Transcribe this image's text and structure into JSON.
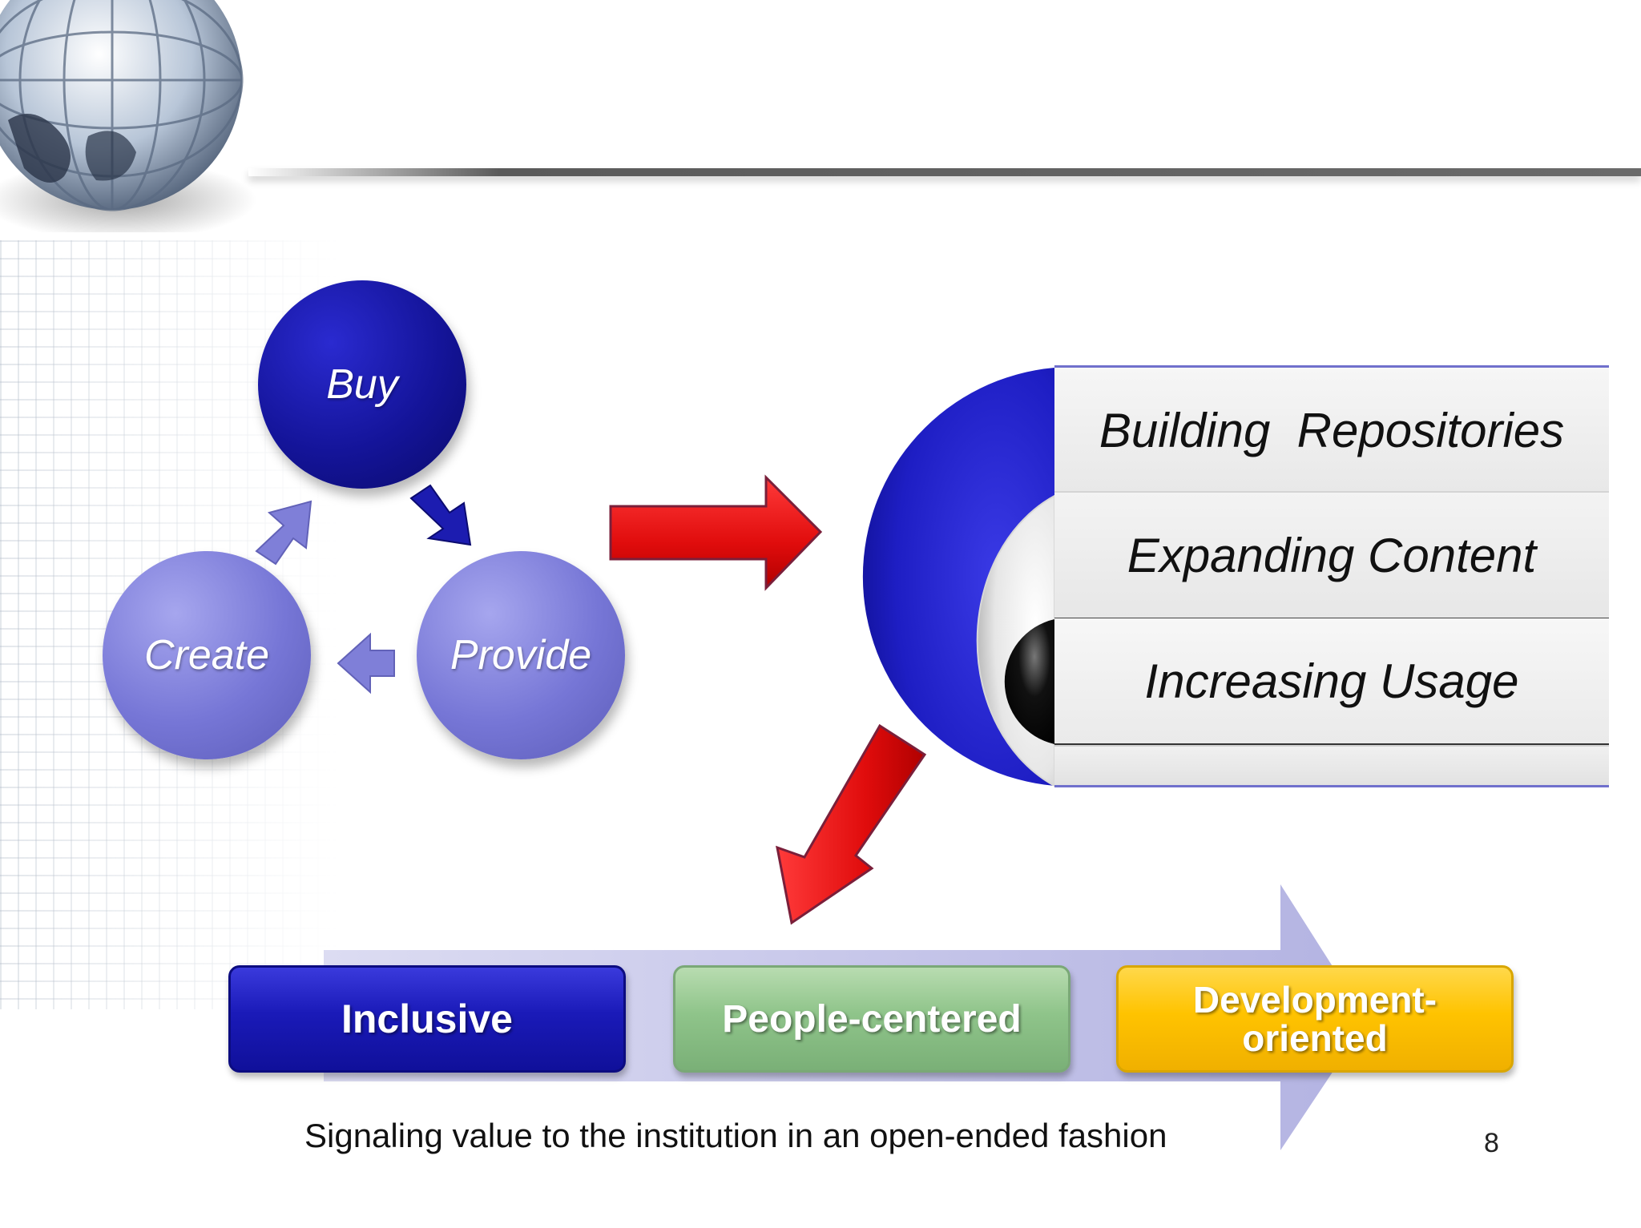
{
  "cycle": {
    "nodes": [
      "Buy",
      "Provide",
      "Create"
    ]
  },
  "stack": {
    "items": [
      "Building  Repositories",
      "Expanding Content",
      "Increasing Usage"
    ]
  },
  "process": {
    "steps": [
      "Inclusive",
      "People-centered",
      "Development-\noriented"
    ]
  },
  "caption": "Signaling value to the institution in an open-ended fashion",
  "page_number": "8",
  "colors": {
    "dark_blue": "#141499",
    "light_purple": "#7676d6",
    "red_arrow": "#e01010",
    "green": "#8fc48a",
    "gold": "#ffc300",
    "process_band": "#c9c9ea"
  }
}
